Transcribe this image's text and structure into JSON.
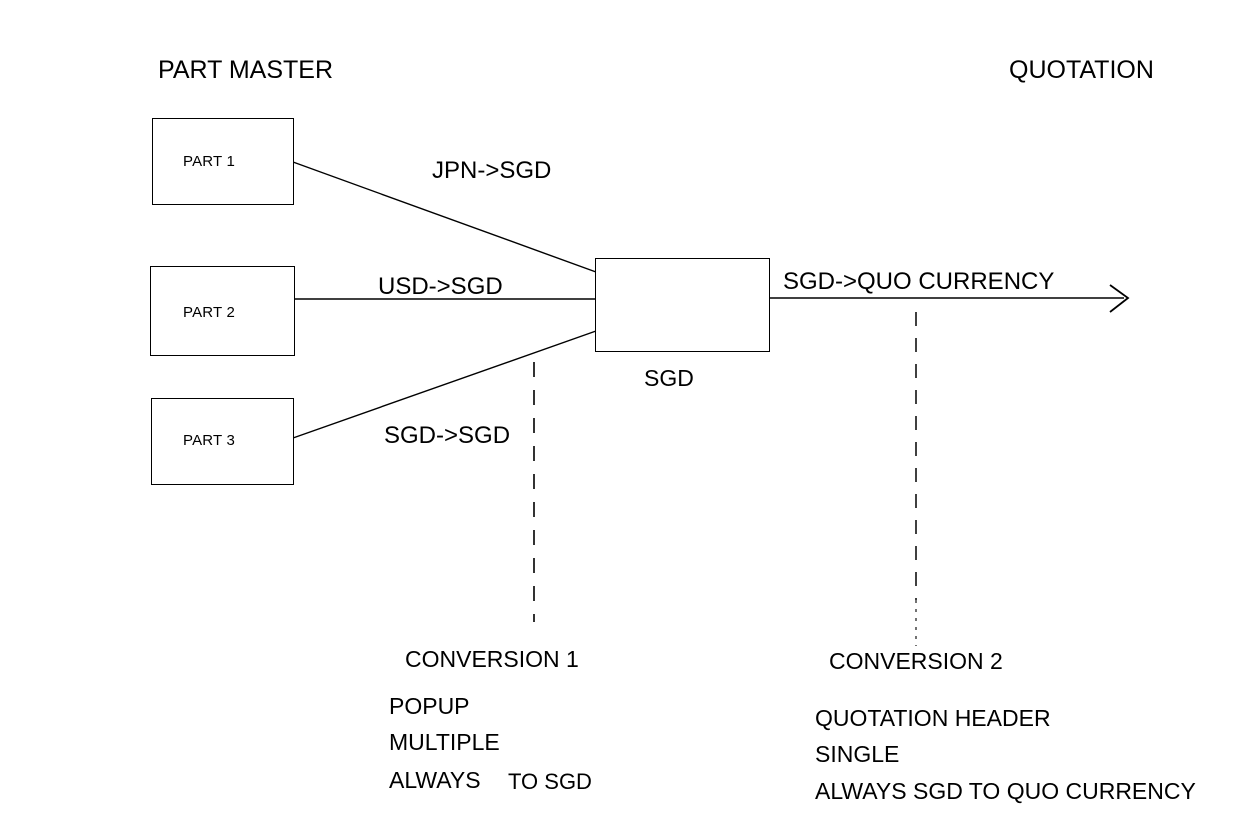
{
  "diagram": {
    "groups": [
      {
        "title": "PART MASTER"
      },
      {
        "title": "QUOTATION"
      }
    ],
    "nodes": [
      {
        "label": "PART 1"
      },
      {
        "label": "PART 2"
      },
      {
        "label": "PART 3"
      },
      {
        "label": ""
      }
    ],
    "hub_caption": "SGD",
    "edges": [
      {
        "label": "JPN->SGD"
      },
      {
        "label": "USD->SGD"
      },
      {
        "label": "SGD->SGD"
      },
      {
        "label": "SGD->QUO CURRENCY"
      }
    ],
    "annotations": [
      {
        "title": "CONVERSION 1",
        "lines": [
          "POPUP",
          "MULTIPLE",
          "ALWAYS"
        ],
        "trailing": "TO SGD"
      },
      {
        "title": "CONVERSION 2",
        "lines": [
          "QUOTATION HEADER",
          "SINGLE",
          "ALWAYS SGD TO QUO CURRENCY"
        ],
        "trailing": ""
      }
    ],
    "colors": {
      "stroke": "#000000",
      "background": "#ffffff",
      "text": "#000000"
    }
  }
}
